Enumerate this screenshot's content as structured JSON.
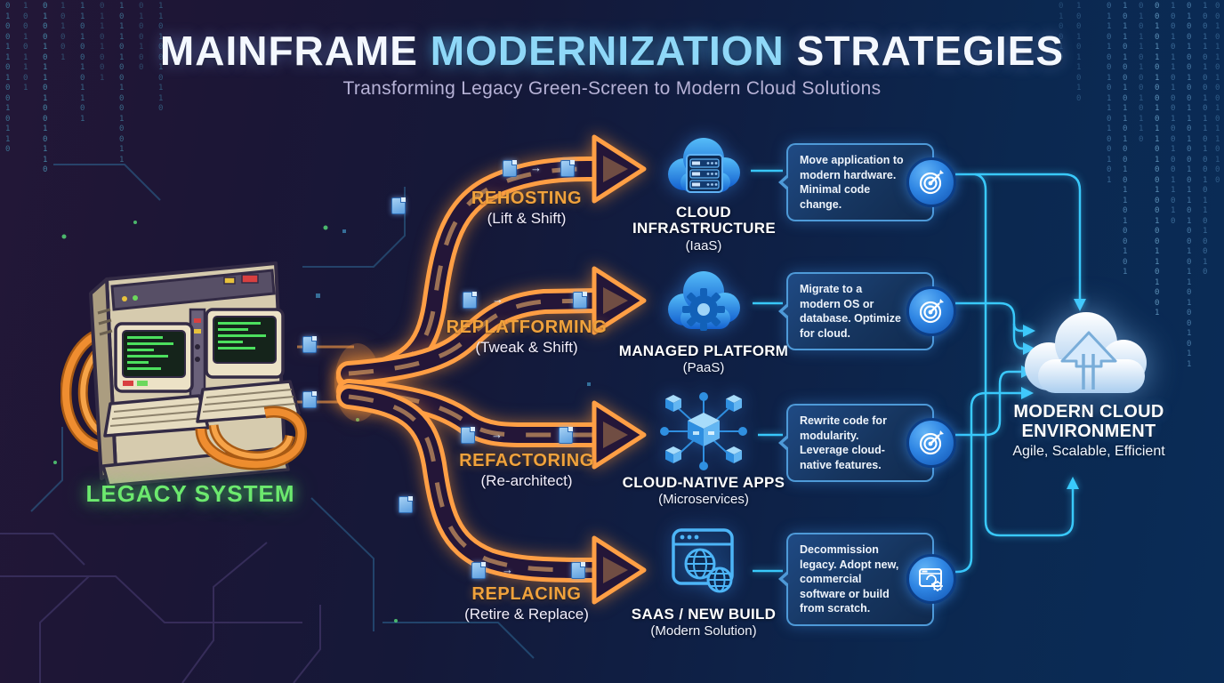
{
  "header": {
    "title": {
      "part1": "MAINFRAME",
      "part2": "MODERNIZATION",
      "part3": "STRATEGIES"
    },
    "subtitle": "Transforming Legacy Green-Screen to Modern Cloud Solutions"
  },
  "legacy": {
    "label": "LEGACY SYSTEM"
  },
  "strategies": [
    {
      "name": "REHOSTING",
      "method": "(Lift & Shift)",
      "solution_title": "CLOUD INFRASTRUCTURE",
      "solution_subtitle": "(IaaS)",
      "solution_icon": "cloud-servers-icon",
      "badge_icon": "target-icon",
      "description": "Move application to modern hardware. Minimal code change."
    },
    {
      "name": "REPLATFORMING",
      "method": "(Tweak & Shift)",
      "solution_title": "MANAGED PLATFORM",
      "solution_subtitle": "(PaaS)",
      "solution_icon": "cloud-gear-icon",
      "badge_icon": "target-icon",
      "description": "Migrate to a modern OS or database. Optimize for cloud."
    },
    {
      "name": "REFACTORING",
      "method": "(Re-architect)",
      "solution_title": "CLOUD-NATIVE APPS",
      "solution_subtitle": "(Microservices)",
      "solution_icon": "microservices-cubes-icon",
      "badge_icon": "target-icon",
      "description": "Rewrite code for modularity. Leverage cloud-native features."
    },
    {
      "name": "REPLACING",
      "method": "(Retire & Replace)",
      "solution_title": "SAAS / NEW BUILD",
      "solution_subtitle": "(Modern Solution)",
      "solution_icon": "browser-globe-icon",
      "badge_icon": "app-gear-icon",
      "description": "Decommission legacy. Adopt new, commercial software or build from scratch."
    }
  ],
  "destination": {
    "title": "MODERN CLOUD ENVIRONMENT",
    "subtitle": "Agile, Scalable, Efficient",
    "icon": "cloud-upload-icon"
  },
  "colors": {
    "accent_orange": "#F0A23C",
    "accent_cyan": "#39C9FB",
    "title_highlight": "#8FD8F8",
    "legacy_green": "#6CE96E",
    "box_border": "#4E9AD8"
  },
  "background": {
    "binary_digits": "0100110100101101001011010010110100101101001011010010"
  }
}
